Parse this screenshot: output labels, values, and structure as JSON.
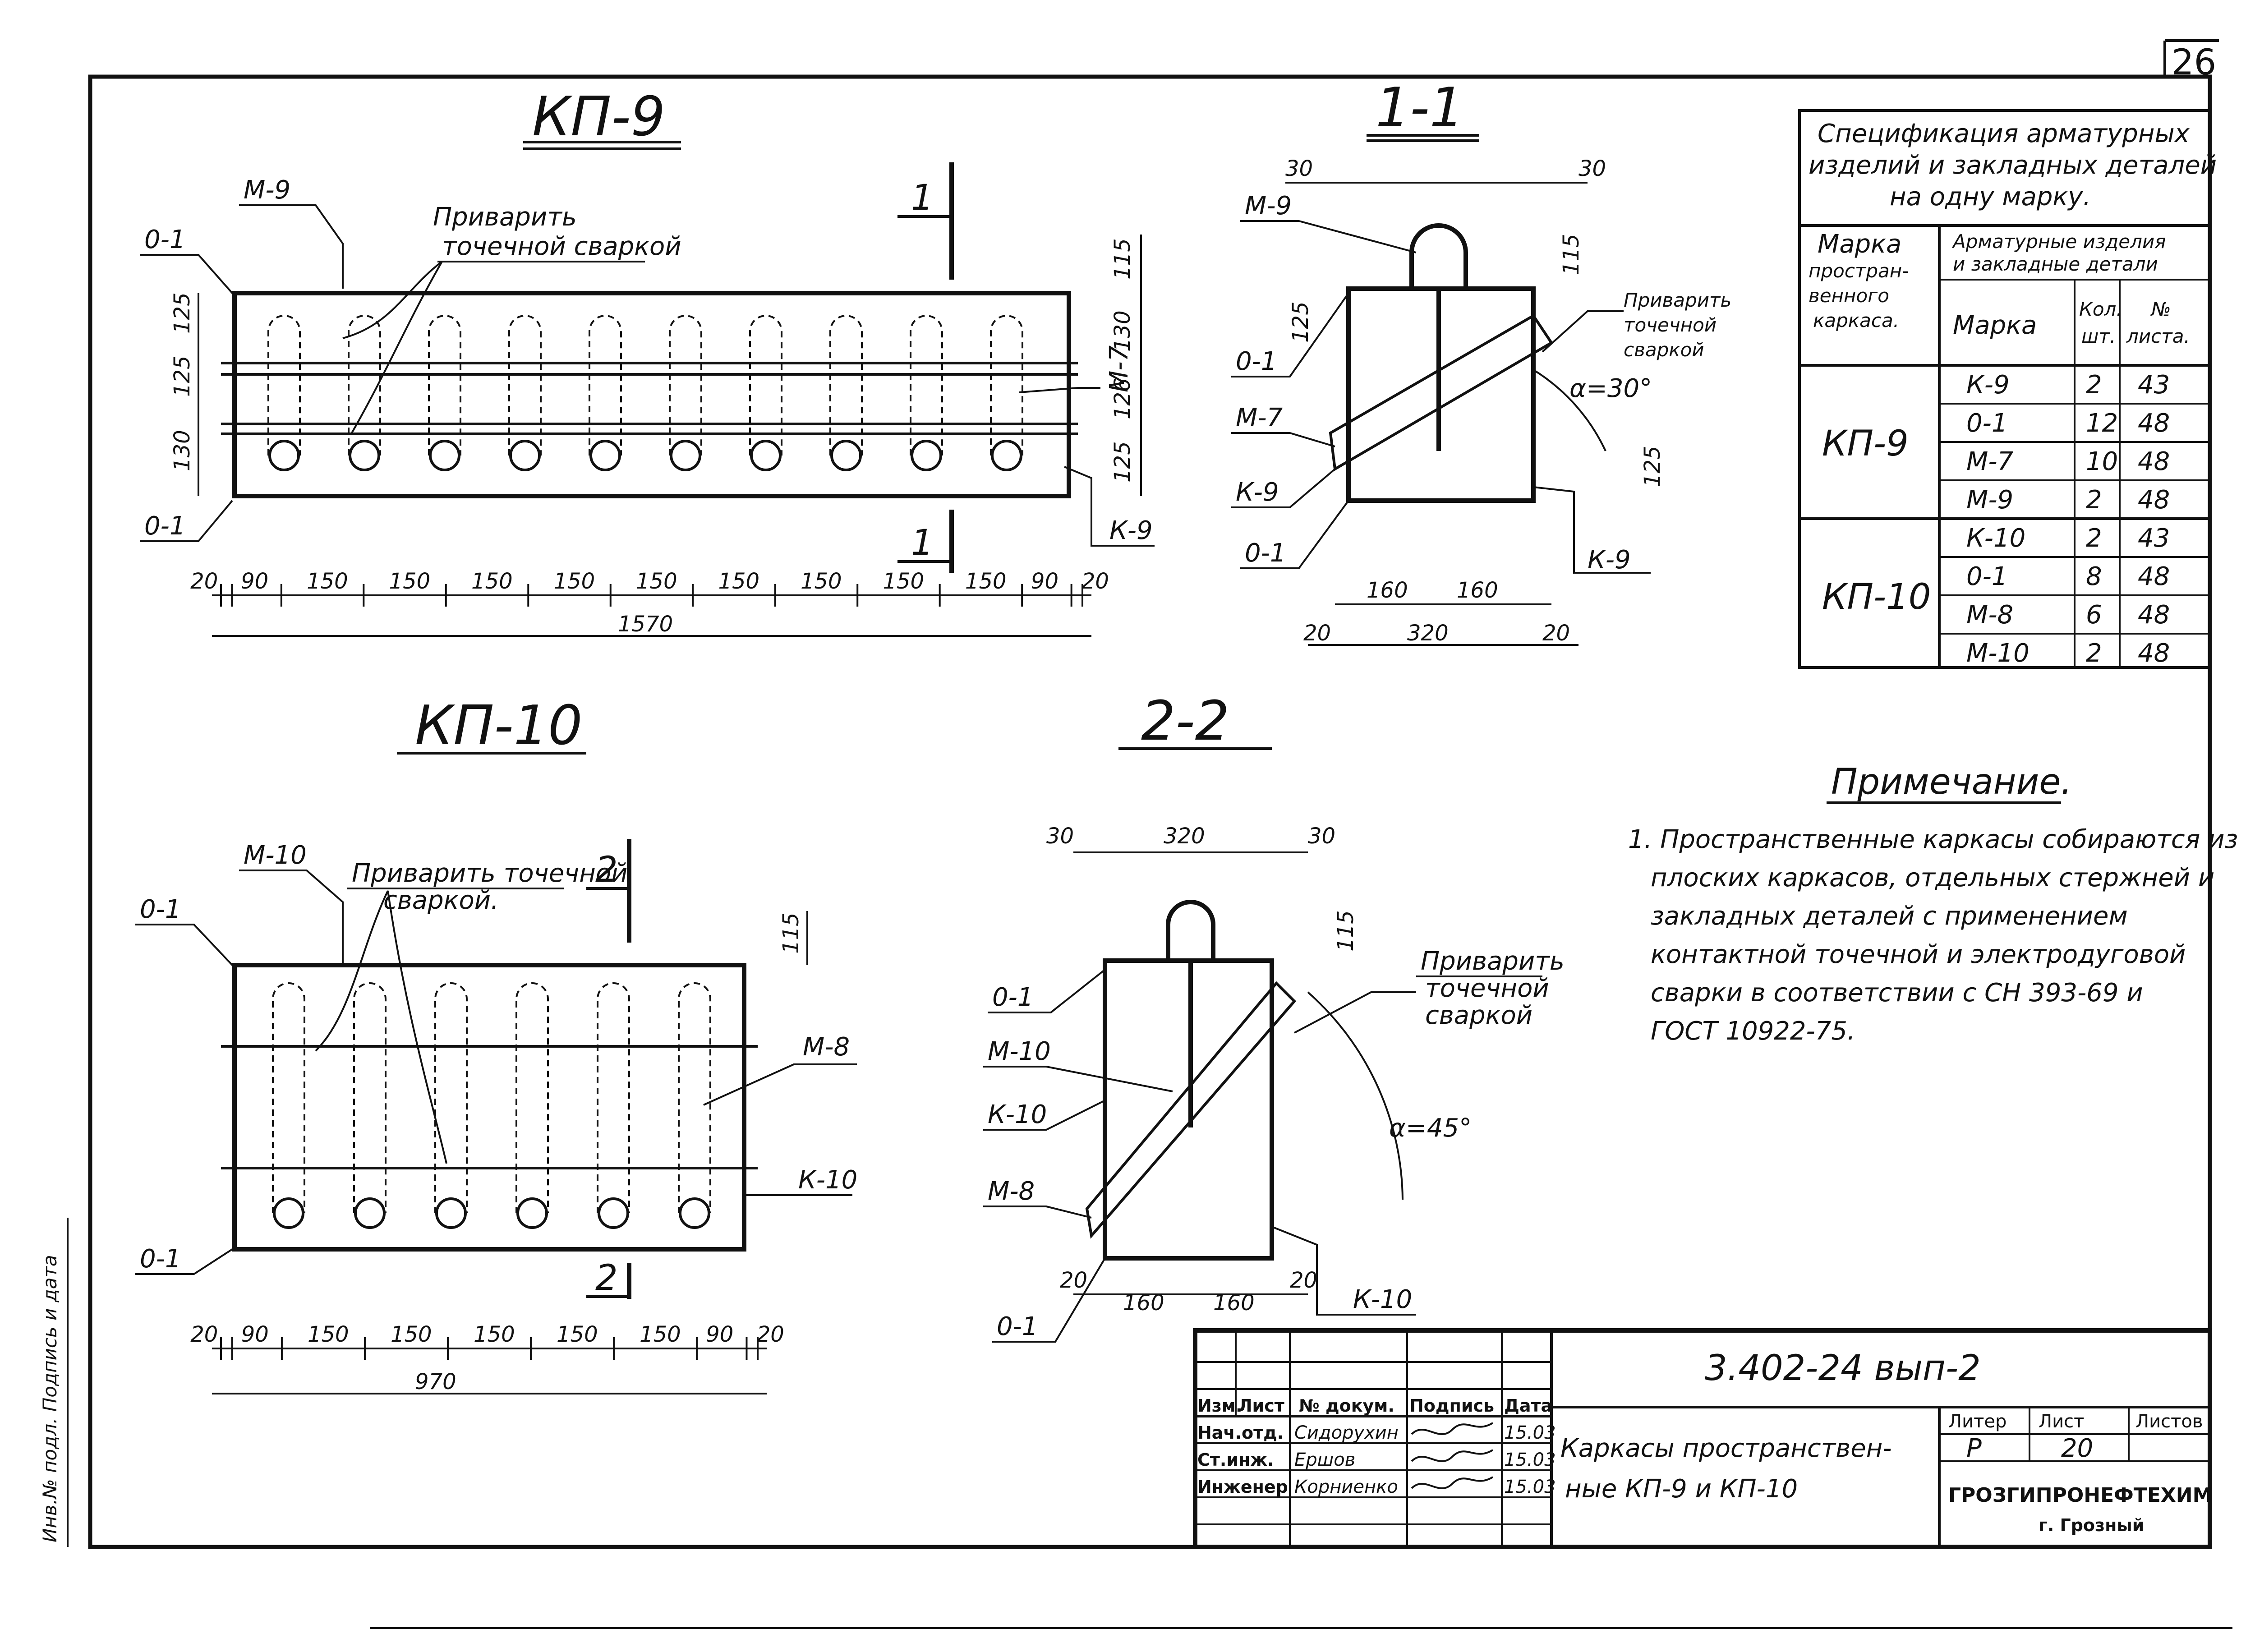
{
  "sheet": {
    "number": "26"
  },
  "views": {
    "kp9": {
      "title": "КП-9",
      "leaders": [
        "М-9",
        "0-1",
        "0-1",
        "М-7",
        "К-9"
      ],
      "weld_note": [
        "Приварить",
        "точечной сваркой"
      ],
      "section_mark": "1",
      "bar_count": 10,
      "vert_dims": [
        "125",
        "125",
        "130"
      ],
      "vert_dims_right": [
        "115",
        "130",
        "126",
        "125"
      ],
      "horiz_dims": [
        "20",
        "90",
        "150",
        "150",
        "150",
        "150",
        "150",
        "150",
        "150",
        "150",
        "150",
        "90",
        "20"
      ],
      "total": "1570"
    },
    "kp10": {
      "title": "КП-10",
      "leaders": [
        "М-10",
        "0-1",
        "М-8",
        "К-10",
        "0-1"
      ],
      "weld_note": [
        "Приварить точечной",
        "сваркой."
      ],
      "section_mark": "2",
      "bar_count": 6,
      "vert_dims": [
        "115"
      ],
      "horiz_dims": [
        "20",
        "90",
        "150",
        "150",
        "150",
        "150",
        "150",
        "90",
        "20"
      ],
      "total": "970"
    },
    "sec11": {
      "title": "1-1",
      "leaders": [
        "М-9",
        "0-1",
        "М-7",
        "К-9",
        "0-1",
        "К-9"
      ],
      "weld_note": [
        "Приварить",
        "точечной",
        "сваркой"
      ],
      "angle": "α=30°",
      "dims_top": [
        "30",
        "30"
      ],
      "dims_vert": [
        "125",
        "115",
        "125"
      ],
      "dims_bottom": [
        "160",
        "160"
      ],
      "dims_total": [
        "20",
        "320",
        "20"
      ]
    },
    "sec22": {
      "title": "2-2",
      "leaders": [
        "0-1",
        "М-10",
        "К-10",
        "М-8",
        "0-1",
        "К-10"
      ],
      "weld_note": [
        "Приварить",
        "точечной",
        "сваркой"
      ],
      "angle": "α=45°",
      "dims_top": [
        "30",
        "320",
        "30"
      ],
      "dims_vert": [
        "115"
      ],
      "dims_bottom": [
        "20",
        "160",
        "160",
        "20"
      ]
    }
  },
  "spec": {
    "title": [
      "Спецификация арматурных",
      "изделий и закладных деталей",
      "на одну марку."
    ],
    "col_frame": [
      "Марка",
      "простран-",
      "венного",
      "каркаса."
    ],
    "col_group": [
      "Арматурные изделия",
      "и закладные детали"
    ],
    "col_mark": "Марка",
    "col_qty": [
      "Кол.",
      "шт."
    ],
    "col_sheet": [
      "№",
      "листа."
    ],
    "groups": [
      {
        "frame": "КП-9",
        "rows": [
          [
            "К-9",
            "2",
            "43"
          ],
          [
            "0-1",
            "12",
            "48"
          ],
          [
            "М-7",
            "10",
            "48"
          ],
          [
            "М-9",
            "2",
            "48"
          ]
        ]
      },
      {
        "frame": "КП-10",
        "rows": [
          [
            "К-10",
            "2",
            "43"
          ],
          [
            "0-1",
            "8",
            "48"
          ],
          [
            "М-8",
            "6",
            "48"
          ],
          [
            "М-10",
            "2",
            "48"
          ]
        ]
      }
    ]
  },
  "note": {
    "title": "Примечание.",
    "lines": [
      "1. Пространственные каркасы собираются из",
      "плоских каркасов, отдельных стержней и",
      "закладных деталей с применением",
      "контактной точечной и электродуговой",
      "сварки в соответствии с СН 393-69 и",
      "ГОСТ 10922-75."
    ]
  },
  "title_block": {
    "code": "3.402-24 вып-2",
    "headers": [
      "Изм.",
      "Лист",
      "№ докум.",
      "Подпись",
      "Дата"
    ],
    "people": [
      {
        "role": "Нач.отд.",
        "name": "Сидорухин",
        "date": "15.03"
      },
      {
        "role": "Ст.инж.",
        "name": "Ершов",
        "date": "15.03"
      },
      {
        "role": "Инженер",
        "name": "Корниенко",
        "date": "15.03"
      }
    ],
    "description": [
      "Каркасы пространствен-",
      "ные  КП-9 и КП-10"
    ],
    "col_lit": "Литер",
    "col_sheet": "Лист",
    "col_sheets": "Листов",
    "lit": "Р",
    "sheet_no": "20",
    "org": "ГРОЗГИПРОНЕФТЕХИМ",
    "city": "г. Грозный"
  },
  "margin": {
    "text": "Инв.№ подл.  Подпись и дата"
  }
}
